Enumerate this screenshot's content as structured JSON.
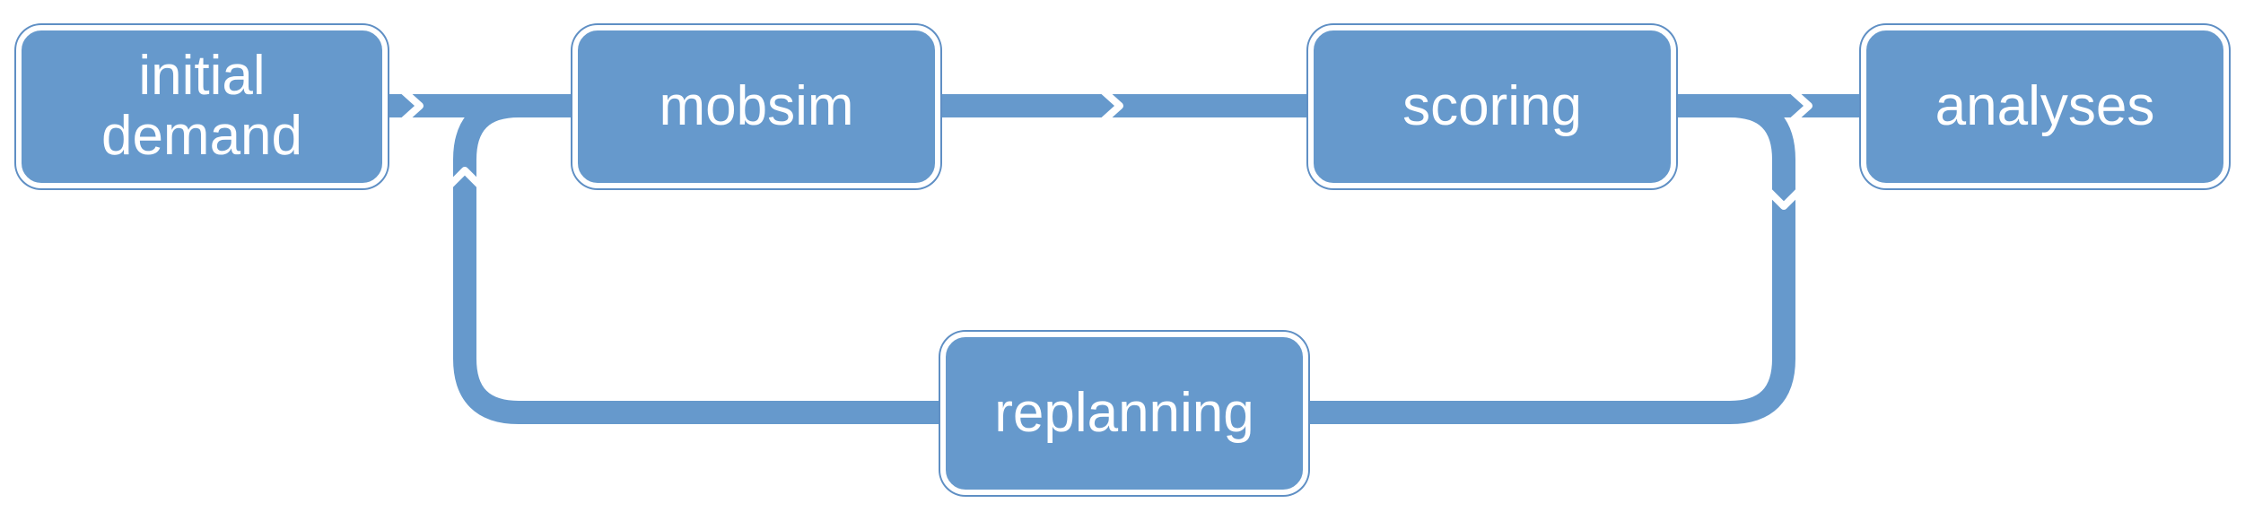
{
  "diagram": {
    "nodes": {
      "initial_demand": "initial\ndemand",
      "mobsim": "mobsim",
      "scoring": "scoring",
      "analyses": "analyses",
      "replanning": "replanning"
    },
    "colors": {
      "node_fill": "#6699cc",
      "node_border": "#ffffff",
      "connector": "#6699cc",
      "text": "#ffffff",
      "background": "#ffffff"
    }
  }
}
